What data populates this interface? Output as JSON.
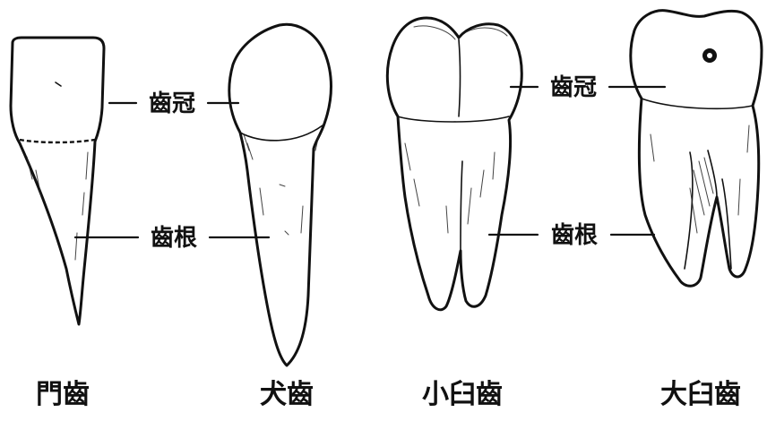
{
  "labels": {
    "crown_left": "齒冠",
    "root_left": "齒根",
    "crown_right": "齒冠",
    "root_right": "齒根"
  },
  "teeth": [
    {
      "caption": "門齒"
    },
    {
      "caption": "犬齒"
    },
    {
      "caption": "小臼齒"
    },
    {
      "caption": "大臼齒"
    }
  ]
}
